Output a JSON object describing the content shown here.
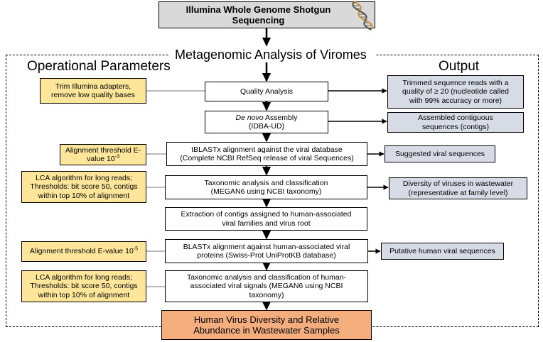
{
  "title_box": {
    "line1": "Illumina Whole Genome Shotgun",
    "line2": "Sequencing"
  },
  "main_title": "Metagenomic Analysis of Viromes",
  "headings": {
    "left": "Operational Parameters",
    "right": "Output"
  },
  "steps": [
    {
      "lines": [
        "Quality Analysis"
      ]
    },
    {
      "line1_italic": "De novo",
      "line1_rest": " Assembly",
      "line2": "(IDBA-UD)"
    },
    {
      "lines": [
        "tBLASTx alignment against the viral database",
        "(Complete NCBI RefSeq release of viral Sequences)"
      ]
    },
    {
      "lines": [
        "Taxonomic analysis and classification",
        "(MEGAN6 using NCBI taxonomy)"
      ]
    },
    {
      "lines": [
        "Extraction of contigs assigned to human-associated",
        "viral families and virus root"
      ]
    },
    {
      "lines": [
        "BLASTx alignment against human-associated viral",
        "proteins (Swiss-Prot UniProtKB database)"
      ]
    },
    {
      "lines": [
        "Taxonomic analysis and classification of human-",
        "associated viral signals (MEGAN6 using  NCBI",
        "taxonomy)"
      ]
    }
  ],
  "params": [
    {
      "lines": [
        "Trim Illumina adapters,",
        "remove low quality bases"
      ]
    },
    {
      "line1": "Alignment threshold E-",
      "line2_text": "value 10",
      "line2_sup": "-3"
    },
    {
      "lines": [
        "LCA algorithm for long reads;",
        "Thresholds: bit score 50, contigs",
        "within top 10% of alignment"
      ]
    },
    {
      "text": "Alignment threshold E-value 10",
      "sup": "-5"
    },
    {
      "lines": [
        "LCA algorithm for long reads;",
        "Thresholds: bit score 50, contigs",
        "within top 10% of alignment"
      ]
    }
  ],
  "outputs": [
    {
      "lines": [
        "Trimmed sequence reads with a",
        "quality of ≥ 20 (nucleotide called",
        "with 99% accuracy or more)"
      ]
    },
    {
      "lines": [
        "Assembled contiguous",
        "sequences (contigs)"
      ]
    },
    {
      "lines": [
        "Suggested viral sequences"
      ]
    },
    {
      "lines": [
        "Diversity of viruses in wastewater",
        "(representative at family level)"
      ]
    },
    {
      "lines": [
        "Putative human viral sequences"
      ]
    }
  ],
  "final_box": {
    "line1": "Human Virus Diversity and Relative",
    "line2": "Abundance in Wastewater Samples"
  },
  "icons": {
    "dna": "dna-helix-icon"
  },
  "colors": {
    "param_fill": "#fde699",
    "output_fill": "#d6dbe5",
    "title_fill": "#d9d9d9",
    "final_fill": "#f4ae7e",
    "dna_strand": "#c8922a"
  }
}
